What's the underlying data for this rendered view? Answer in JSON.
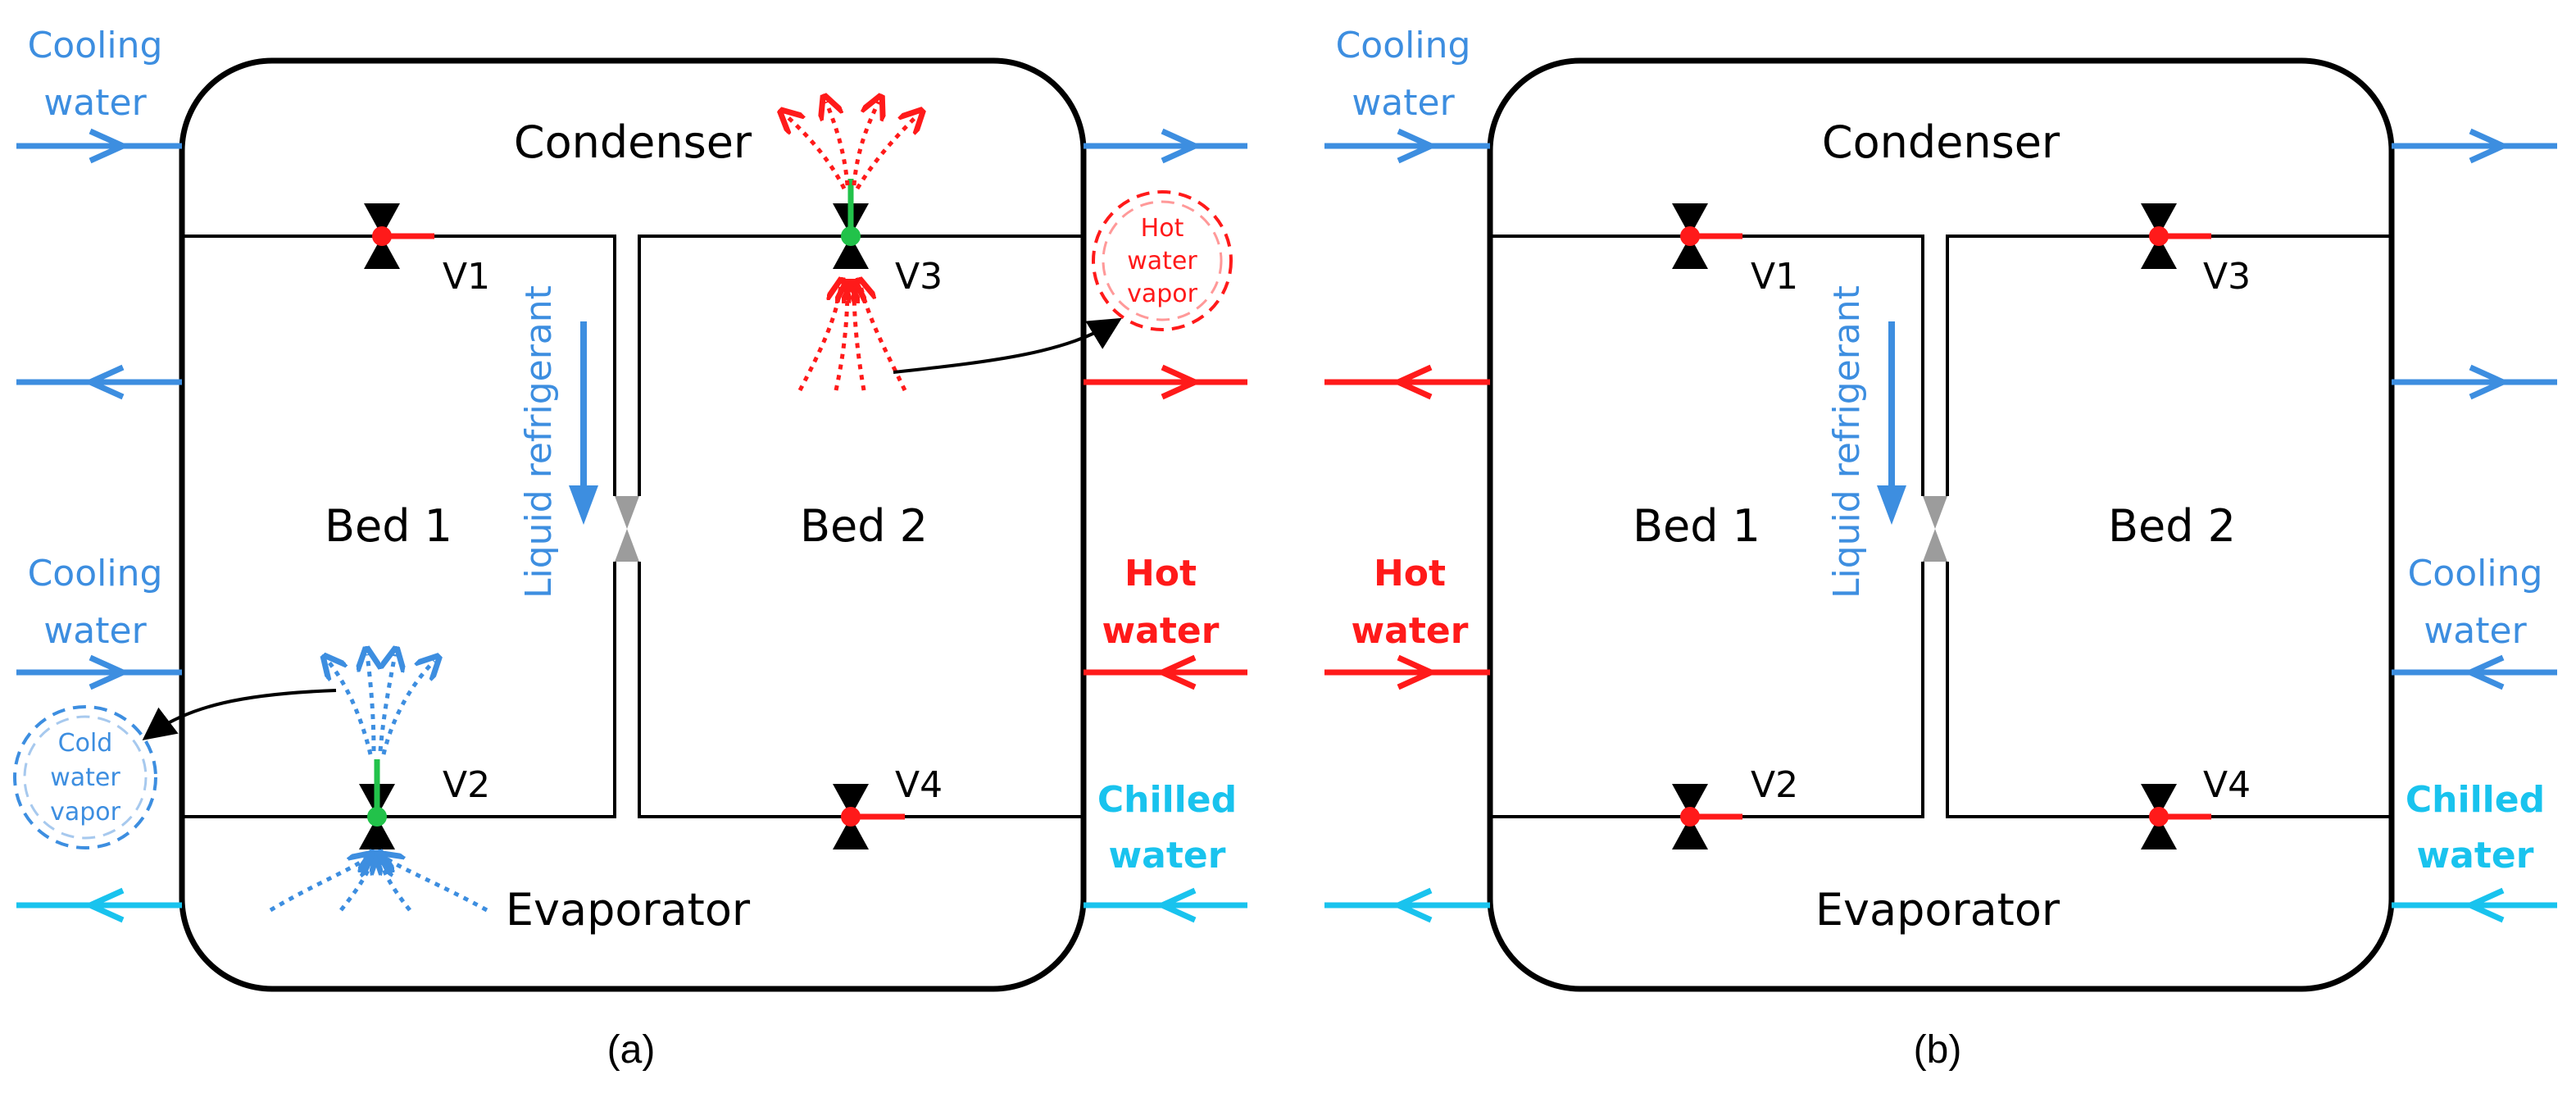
{
  "colors": {
    "blue": "#3d8ee0",
    "red": "#ff1a1a",
    "cyan": "#19c3ee",
    "black": "#000000",
    "green": "#22c24a",
    "grey": "#9c9c9c"
  },
  "icons": [
    "valve-icon",
    "arrow-right-icon",
    "arrow-left-icon",
    "arrow-down-icon",
    "vapor-dotted-arrows-icon"
  ],
  "panel_a": {
    "caption": "(a)",
    "condenser": "Condenser",
    "evaporator": "Evaporator",
    "bed1": "Bed 1",
    "bed2": "Bed 2",
    "liquid_refrigerant": "Liquid refrigerant",
    "valves": {
      "v1": "V1",
      "v2": "V2",
      "v3": "V3",
      "v4": "V4"
    },
    "left": {
      "cooling_water_top": [
        "Cooling",
        "water"
      ],
      "cooling_water_mid": [
        "Cooling",
        "water"
      ]
    },
    "right": {
      "hot_water": [
        "Hot",
        "water"
      ],
      "chilled_water": [
        "Chilled",
        "water"
      ]
    },
    "hot_vapor": [
      "Hot",
      "water",
      "vapor"
    ],
    "cold_vapor": [
      "Cold",
      "water",
      "vapor"
    ]
  },
  "panel_b": {
    "caption": "(b)",
    "condenser": "Condenser",
    "evaporator": "Evaporator",
    "bed1": "Bed 1",
    "bed2": "Bed 2",
    "liquid_refrigerant": "Liquid refrigerant",
    "valves": {
      "v1": "V1",
      "v2": "V2",
      "v3": "V3",
      "v4": "V4"
    },
    "left": {
      "cooling_water_top": [
        "Cooling",
        "water"
      ],
      "hot_water": [
        "Hot",
        "water"
      ]
    },
    "right": {
      "cooling_water": [
        "Cooling",
        "water"
      ],
      "chilled_water": [
        "Chilled",
        "water"
      ]
    }
  }
}
